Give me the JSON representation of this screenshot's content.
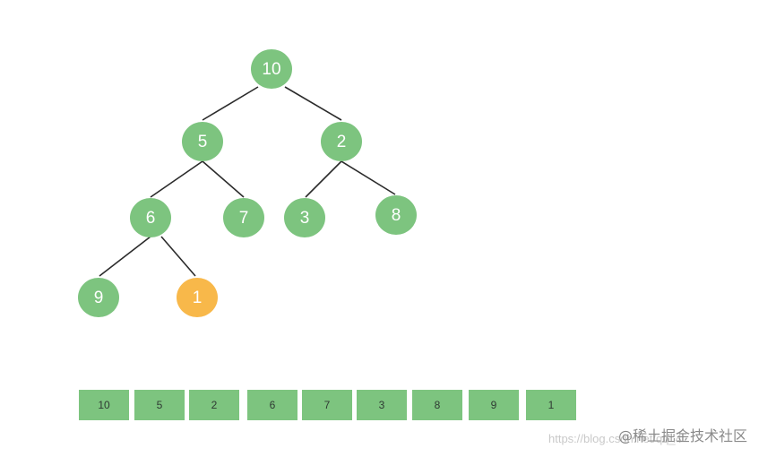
{
  "colors": {
    "node": "#7dc47f",
    "highlight": "#f8b84a",
    "edge": "#2b2b2b",
    "cell": "#7dc47f"
  },
  "tree": {
    "nodes": [
      {
        "id": "n0",
        "label": "10"
      },
      {
        "id": "n1",
        "label": "5"
      },
      {
        "id": "n2",
        "label": "2"
      },
      {
        "id": "n3",
        "label": "6"
      },
      {
        "id": "n4",
        "label": "7"
      },
      {
        "id": "n5",
        "label": "3"
      },
      {
        "id": "n6",
        "label": "8"
      },
      {
        "id": "n7",
        "label": "9"
      },
      {
        "id": "n8",
        "label": "1",
        "highlighted": true
      }
    ],
    "edges": [
      [
        "n0",
        "n1"
      ],
      [
        "n0",
        "n2"
      ],
      [
        "n1",
        "n3"
      ],
      [
        "n1",
        "n4"
      ],
      [
        "n2",
        "n5"
      ],
      [
        "n2",
        "n6"
      ],
      [
        "n3",
        "n7"
      ],
      [
        "n3",
        "n8"
      ]
    ]
  },
  "array": [
    "10",
    "5",
    "2",
    "6",
    "7",
    "3",
    "8",
    "9",
    "1"
  ],
  "watermark": {
    "url": "https://blog.csdn.net/qq_4",
    "brand": "@稀土掘金技术社区"
  }
}
